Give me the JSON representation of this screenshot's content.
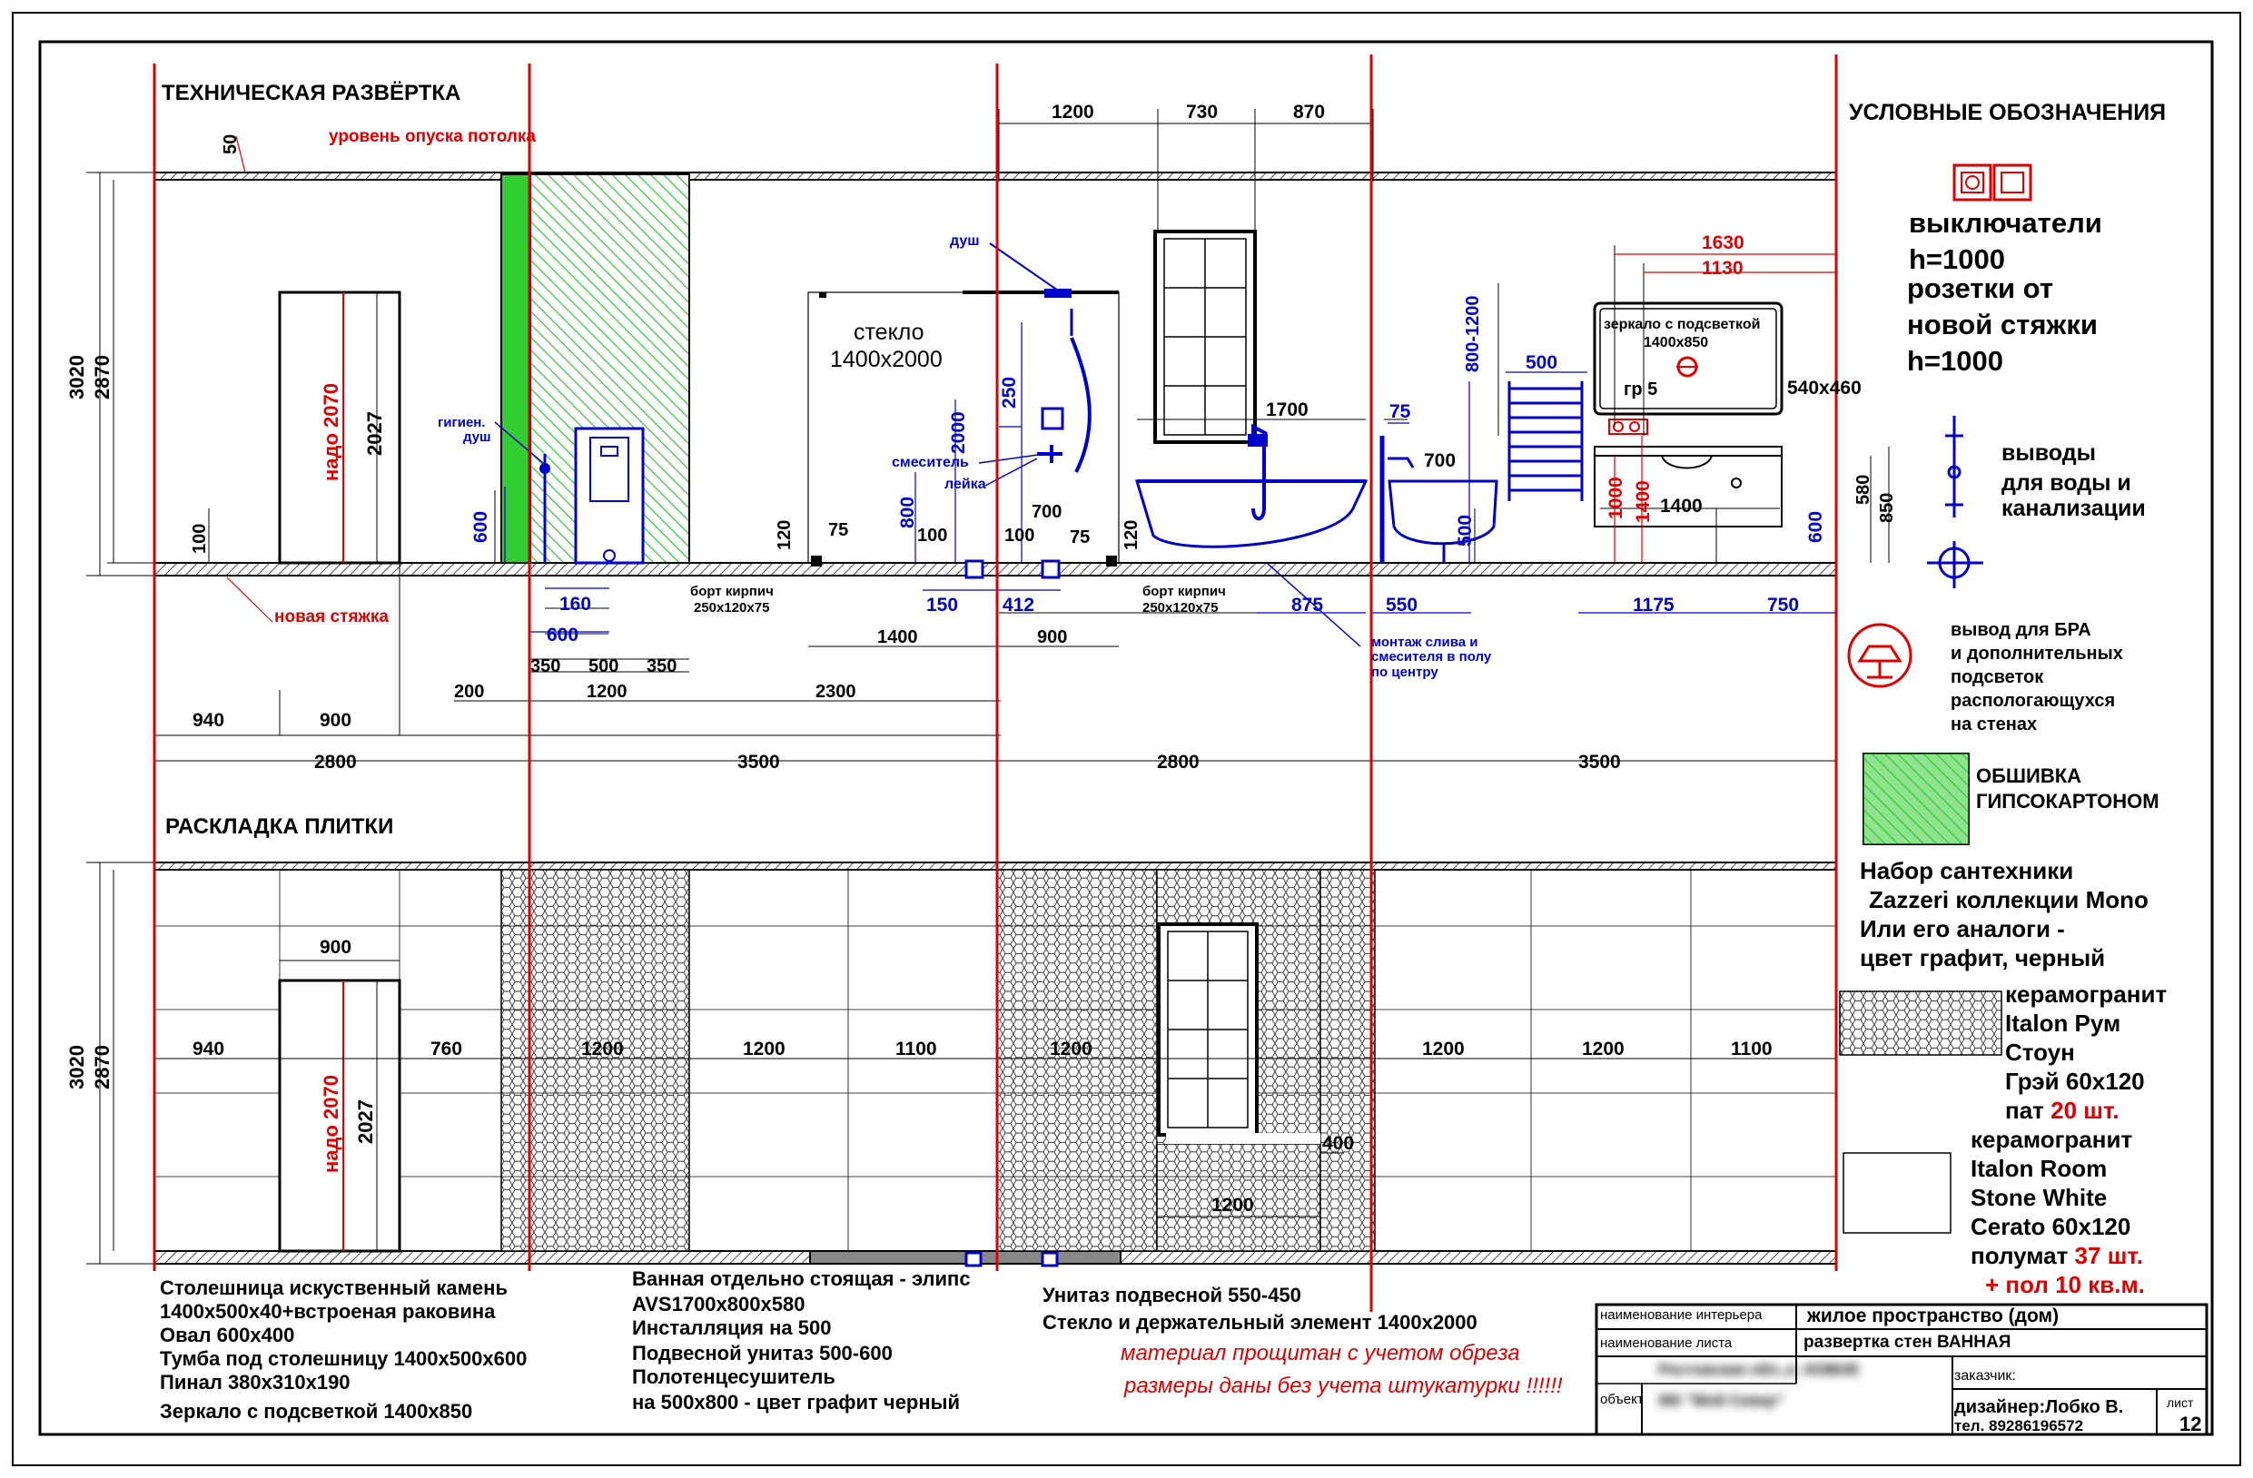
{
  "titles": {
    "tech": "ТЕХНИЧЕСКАЯ РАЗВЁРТКА",
    "tile": "РАСКЛАДКА ПЛИТКИ",
    "legend": "УСЛОВНЫЕ ОБОЗНАЧЕНИЯ"
  },
  "legend": {
    "switches_1": "выключатели",
    "switches_2": "h=1000",
    "sockets_1": "розетки от",
    "sockets_2": "новой стяжки",
    "sockets_3": "h=1000",
    "water_1": "выводы",
    "water_2": "для воды и",
    "water_3": "канализации",
    "bra_1": "вывод для БРА",
    "bra_2": "и дополнительных",
    "bra_3": "подсветок",
    "bra_4": "распологающухся",
    "bra_5": "на стенах",
    "gkl_1": "ОБШИВКА",
    "gkl_2": "ГИПСОКАРТОНОМ",
    "set_1": "Набор сантехники",
    "set_2": "Zazzeri коллекции Mono",
    "set_3": "Или его аналоги -",
    "set_4": "цвет графит, черный",
    "tile1_1": "керамогранит",
    "tile1_2": "Italon Рум",
    "tile1_3": "Стоун",
    "tile1_4": "Грэй 60х120",
    "tile1_5a": "пат ",
    "tile1_5b": "20 шт.",
    "tile2_1": "керамогранит",
    "tile2_2": "Italon Room",
    "tile2_3": "Stone White",
    "tile2_4": "Cerato 60x120",
    "tile2_5a": "полумат ",
    "tile2_5b": "37 шт.",
    "tile2_6": "+     пол 10 кв.м."
  },
  "labels": {
    "ceiling": "уровень опуска потолка",
    "screed": "новая стяжка",
    "need2070": "надо 2070",
    "hyg_1": "гигиен.",
    "hyg_2": "душ",
    "shower": "душ",
    "mixer": "смеситель",
    "spout": "лейка",
    "glass_1": "стекло",
    "glass_2": "1400х2000",
    "brick": "борт кирпич",
    "brick_size": "250х120х75",
    "drain_1": "монтаж слива и",
    "drain_2": "смесителя в полу",
    "drain_3": "по центру",
    "mirror_1": "зеркало с подсветкой",
    "mirror_2": "1400х850",
    "gr5": "гр 5",
    "size540": "540х460"
  },
  "dims": {
    "d3020": "3020",
    "d2870": "2870",
    "d50": "50",
    "d100": "100",
    "d2027": "2027",
    "d600": "600",
    "d160": "160",
    "d350": "350",
    "d500": "500",
    "d1200": "1200",
    "d200": "200",
    "d2300": "2300",
    "d940": "940",
    "d900": "900",
    "d2800": "2800",
    "d3500": "3500",
    "d120": "120",
    "d75": "75",
    "d800": "800",
    "d2000": "2000",
    "d250": "250",
    "d150": "150",
    "d412": "412",
    "d1400": "1400",
    "d700": "700",
    "d730": "730",
    "d870": "870",
    "d1700": "1700",
    "d875": "875",
    "d550": "550",
    "d800_1200": "800-1200",
    "d1630": "1630",
    "d1130": "1130",
    "d1000": "1000",
    "d580": "580",
    "d850": "850",
    "d1175": "1175",
    "d750": "750",
    "d760": "760",
    "d1100": "1100",
    "d400": "400"
  },
  "notes": {
    "n1_1": "Столешница искуственный камень",
    "n1_2": "1400х500х40+встроеная раковина",
    "n1_3": "Овал 600х400",
    "n1_4": "Тумба под столешницу 1400х500х600",
    "n1_5": "Пинал 380х310х190",
    "n1_6": "Зеркало с подсветкой 1400х850",
    "n2_1": "Ванная отдельно стоящая - элипс",
    "n2_2": "AVS1700х800х580",
    "n2_3": "Инсталляция на 500",
    "n2_4": "Подвесной унитаз 500-600",
    "n2_5": "Полотенцесушитель",
    "n2_6": "на 500х800 - цвет графит черный",
    "n3_1": "Унитаз подвесной  550-450",
    "n3_2": "Стекло и держательный элемент 1400х2000",
    "r1": "материал прощитан с учетом обреза",
    "r2": "размеры даны без учета штукатурки !!!!!!"
  },
  "stamp": {
    "interior_label": "наименование интерьера",
    "interior_value": "жилое пространство (дом)",
    "sheet_label": "наименование листа",
    "sheet_value": "развертка стен ВАННАЯ",
    "customer_label": "заказчик:",
    "object_label": "объект",
    "object_line1": "Ростовская обл.,п. КОВОЕ",
    "object_line2": "ЖК \"Мой Север\"",
    "designer": "дизайнер:Лобко В.",
    "phone": "тел. 89286196572",
    "list_label": "лист",
    "list_value": "12"
  },
  "colors": {
    "red": "#e00000",
    "blue": "#0000cc",
    "green": "#33cc33"
  }
}
